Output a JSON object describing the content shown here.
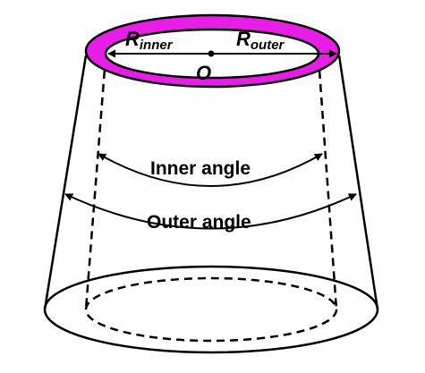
{
  "labels": {
    "r_inner_main": "R",
    "r_inner_sub": "inner",
    "r_outer_main": "R",
    "r_outer_sub": "outer",
    "center": "O",
    "inner_angle": "Inner angle",
    "outer_angle": "Outer angle"
  },
  "colors": {
    "ring_fill": "#e61ee6",
    "stroke": "#000000",
    "background": "#ffffff"
  }
}
